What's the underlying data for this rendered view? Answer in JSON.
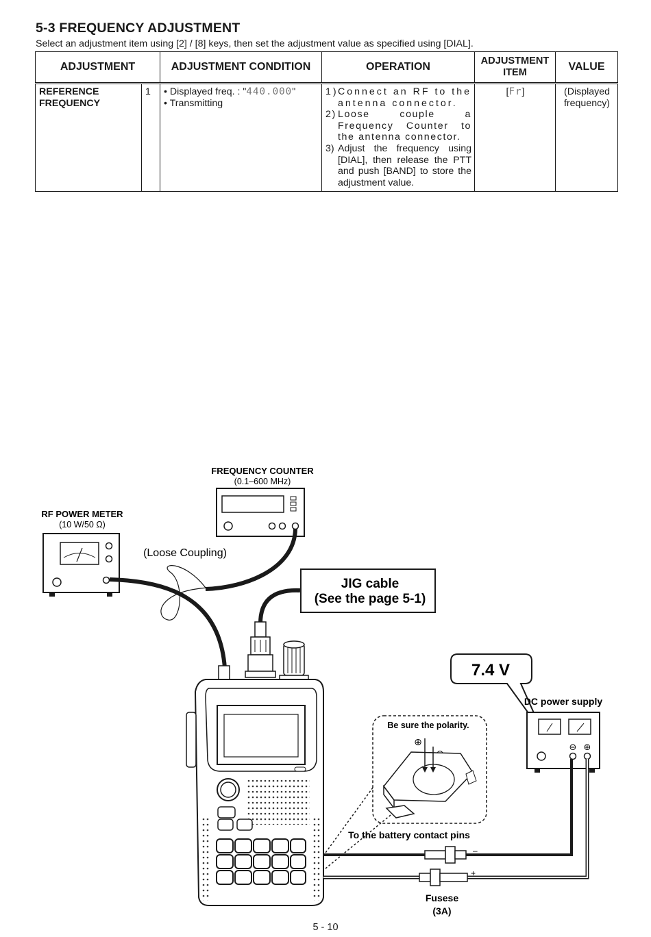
{
  "header": {
    "title": "5-3 FREQUENCY ADJUSTMENT",
    "subtitle": "Select an adjustment item using [2] / [8] keys, then set the adjustment value as specified using [DIAL]."
  },
  "table": {
    "columns": [
      "ADJUSTMENT",
      "ADJUSTMENT CONDITION",
      "OPERATION",
      "ADJUSTMENT ITEM",
      "VALUE"
    ],
    "rows": [
      {
        "adjustment": "REFERENCE FREQUENCY",
        "number": "1",
        "condition_1_label": "• Displayed freq.",
        "condition_1_sep": " : \"",
        "condition_1_value": "440.000",
        "condition_1_end": "\"",
        "condition_2": "• Transmitting",
        "op_1_num": "1)",
        "op_1": "Connect an RF to the antenna connector.",
        "op_2_num": "2)",
        "op_2": "Loose couple a Frequency Counter to the antenna connector.",
        "op_3_num": "3)",
        "op_3": "Adjust the frequency using [DIAL], then release the PTT and push [BAND] to store the adjustment value.",
        "item_open": "[",
        "item_lcd": "Fr",
        "item_close": "]",
        "value": "(Displayed frequency)"
      }
    ]
  },
  "diagram": {
    "freq_counter_title": "FREQUENCY COUNTER",
    "freq_counter_range": "(0.1–600 MHz)",
    "rf_meter_title": "RF POWER METER",
    "rf_meter_spec": "(10 W/50 Ω)",
    "loose_coupling": "(Loose Coupling)",
    "jig_line1": "JIG cable",
    "jig_line2": "(See the page 5-1)",
    "voltage": "7.4 V",
    "dc_supply": "DC power supply",
    "polarity": "Be sure the polarity.",
    "plus": "⊕",
    "minus": "⊖",
    "battery_pins": "To the battery contact pins",
    "wire_minus": "–",
    "wire_plus": "+",
    "fuse_line1": "Fusese",
    "fuse_line2": "(3A)"
  },
  "footer": {
    "page": "5 - 10"
  }
}
